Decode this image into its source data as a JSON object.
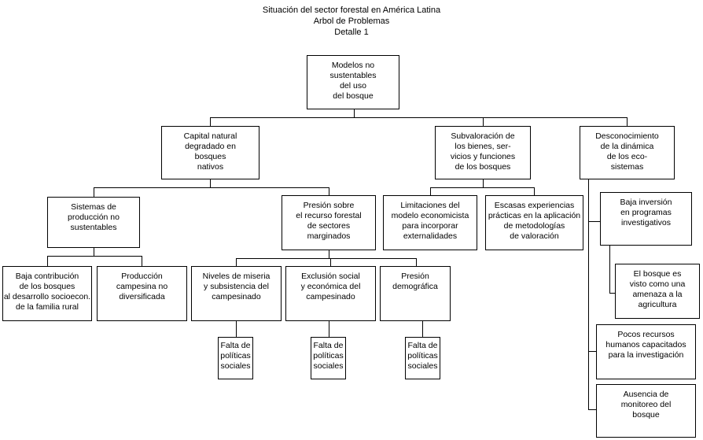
{
  "title": {
    "lines": [
      "Situación del sector forestal en América Latina",
      "Arbol de Problemas",
      "Detalle 1"
    ]
  },
  "colors": {
    "line": "#000000",
    "box_border": "#000000",
    "box_background": "#ffffff",
    "page_background": "#ffffff"
  },
  "nodes": {
    "modelos": {
      "label": "Modelos no\nsustentables\ndel uso\ndel bosque"
    },
    "capital": {
      "label": "Capital natural\ndegradado en\nbosques\nnativos"
    },
    "subvaloracion": {
      "label": "Subvaloración de\nlos bienes, ser-\nvicios y funciones\nde los bosques"
    },
    "desconocimiento": {
      "label": "Desconocimiento\nde la dinámica\nde los eco-\nsistemas"
    },
    "sistemas": {
      "label": "Sistemas de\nproducción no\nsustentables"
    },
    "presion_recurso": {
      "label": "Presión sobre\nel recurso forestal\nde sectores\nmarginados"
    },
    "limitaciones": {
      "label": "Limitaciones del\nmodelo economicista\npara incorporar\nexternalidades"
    },
    "escasas": {
      "label": "Escasas experiencias\nprácticas en la aplicación\nde metodologías\nde valoración"
    },
    "baja_inversion": {
      "label": "Baja inversión\nen programas\ninvestigativos"
    },
    "baja_contribucion": {
      "label": "Baja contribución\nde los bosques\nal desarrollo socioecon.\nde la familia rural"
    },
    "produccion_campesina": {
      "label": "Producción\ncampesina no\ndiversificada"
    },
    "niveles_miseria": {
      "label": "Niveles de miseria\ny subsistencia del\ncampesinado"
    },
    "exclusion_social": {
      "label": "Exclusión social\ny económica del\ncampesinado"
    },
    "presion_demografica": {
      "label": "Presión\ndemográfica"
    },
    "bosque_amenaza": {
      "label": "El bosque es\nvisto como una\namenaza a la\nagricultura"
    },
    "falta_politicas_1": {
      "label": "Falta de\npolíticas\nsociales"
    },
    "falta_politicas_2": {
      "label": "Falta de\npolíticas\nsociales"
    },
    "falta_politicas_3": {
      "label": "Falta de\npolíticas\nsociales"
    },
    "pocos_recursos": {
      "label": "Pocos recursos\nhumanos capacitados\npara la investigación"
    },
    "ausencia_monitoreo": {
      "label": "Ausencia de\nmonitoreo del\nbosque"
    }
  },
  "edges": [
    [
      "modelos",
      "capital"
    ],
    [
      "modelos",
      "subvaloracion"
    ],
    [
      "modelos",
      "desconocimiento"
    ],
    [
      "capital",
      "sistemas"
    ],
    [
      "capital",
      "presion_recurso"
    ],
    [
      "subvaloracion",
      "limitaciones"
    ],
    [
      "subvaloracion",
      "escasas"
    ],
    [
      "desconocimiento",
      "baja_inversion"
    ],
    [
      "desconocimiento",
      "pocos_recursos"
    ],
    [
      "desconocimiento",
      "ausencia_monitoreo"
    ],
    [
      "baja_inversion",
      "bosque_amenaza"
    ],
    [
      "sistemas",
      "baja_contribucion"
    ],
    [
      "sistemas",
      "produccion_campesina"
    ],
    [
      "presion_recurso",
      "niveles_miseria"
    ],
    [
      "presion_recurso",
      "exclusion_social"
    ],
    [
      "presion_recurso",
      "presion_demografica"
    ],
    [
      "niveles_miseria",
      "falta_politicas_1"
    ],
    [
      "exclusion_social",
      "falta_politicas_2"
    ],
    [
      "presion_demografica",
      "falta_politicas_3"
    ]
  ]
}
